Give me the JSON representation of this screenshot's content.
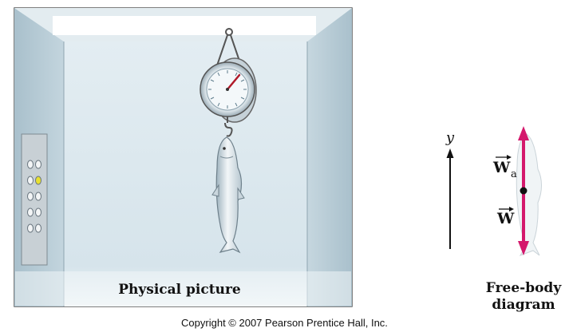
{
  "physical_caption": "Physical picture",
  "fbd_caption_line1": "Free-body",
  "fbd_caption_line2": "diagram",
  "axis_label": "y",
  "vector_upper": "W",
  "vector_upper_subscript": "a",
  "vector_lower": "W",
  "copyright": "Copyright © 2007 Pearson Prentice Hall, Inc.",
  "colors": {
    "arrow": "#d4186c",
    "wall": "#b8ccd6",
    "back_wall": "#dce8ee",
    "indicator": "#e8e030"
  }
}
